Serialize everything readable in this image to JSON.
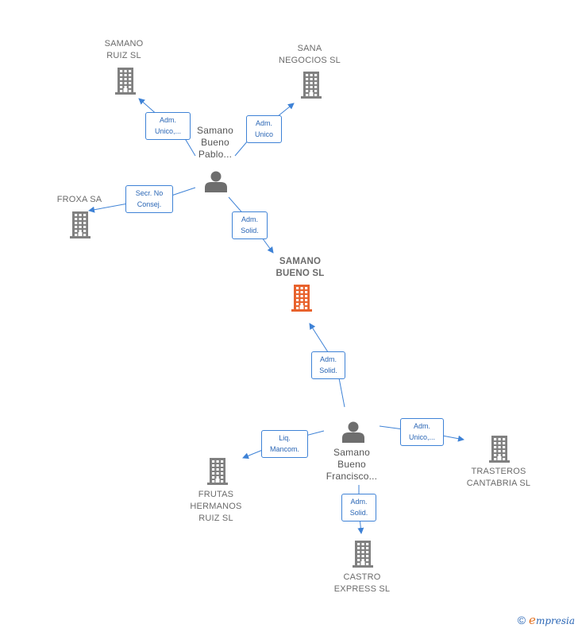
{
  "colors": {
    "edge": "#3e82d6",
    "building": "#808080",
    "main_building": "#e8622c",
    "person": "#6e6e6e"
  },
  "nodes": [
    {
      "id": "samano-bueno-sl",
      "type": "company",
      "main": true,
      "label": "SAMANO\nBUENO SL"
    },
    {
      "id": "samano-ruiz-sl",
      "type": "company",
      "label": "SAMANO\nRUIZ SL"
    },
    {
      "id": "sana-negocios-sl",
      "type": "company",
      "label": "SANA\nNEGOCIOS SL"
    },
    {
      "id": "froxa-sa",
      "type": "company",
      "label": "FROXA SA"
    },
    {
      "id": "person-pablo",
      "type": "person",
      "label": "Samano\nBueno\nPablo..."
    },
    {
      "id": "person-francisco",
      "type": "person",
      "label": "Samano\nBueno\nFrancisco..."
    },
    {
      "id": "frutas-hermanos-ruiz-sl",
      "type": "company",
      "label": "FRUTAS\nHERMANOS\nRUIZ SL"
    },
    {
      "id": "trasteros-cantabria-sl",
      "type": "company",
      "label": "TRASTEROS\nCANTABRIA SL"
    },
    {
      "id": "castro-express-sl",
      "type": "company",
      "label": "CASTRO\nEXPRESS SL"
    }
  ],
  "edges": [
    {
      "from": "person-pablo",
      "to": "samano-ruiz-sl",
      "label": "Adm.\nUnico,..."
    },
    {
      "from": "person-pablo",
      "to": "sana-negocios-sl",
      "label": "Adm.\nUnico"
    },
    {
      "from": "person-pablo",
      "to": "froxa-sa",
      "label": "Secr. No\nConsej."
    },
    {
      "from": "person-pablo",
      "to": "samano-bueno-sl",
      "label": "Adm.\nSolid."
    },
    {
      "from": "person-francisco",
      "to": "samano-bueno-sl",
      "label": "Adm.\nSolid."
    },
    {
      "from": "person-francisco",
      "to": "frutas-hermanos-ruiz-sl",
      "label": "Liq.\nMancom."
    },
    {
      "from": "person-francisco",
      "to": "trasteros-cantabria-sl",
      "label": "Adm.\nUnico,..."
    },
    {
      "from": "person-francisco",
      "to": "castro-express-sl",
      "label": "Adm.\nSolid."
    }
  ],
  "footer": {
    "copyright": "©",
    "brand_first": "e",
    "brand_rest": "mpresia"
  }
}
